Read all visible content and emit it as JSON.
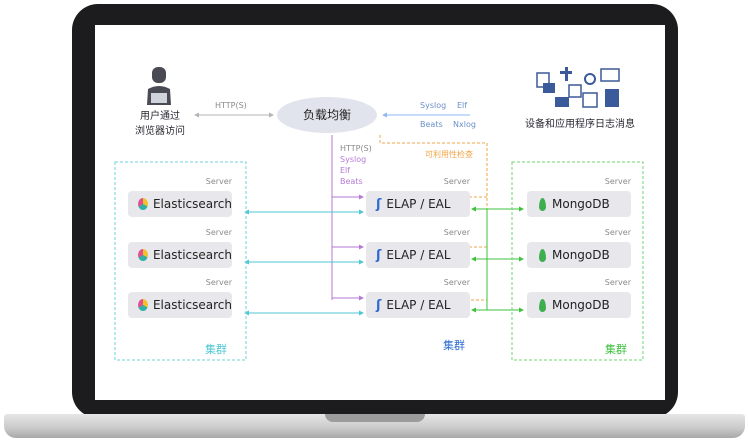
{
  "user": {
    "line1": "用户通过",
    "line2": "浏览器访问"
  },
  "protocols": {
    "http_top": "HTTP(S)",
    "syslog_top": "Syslog",
    "elf_top": "Elf",
    "beats_top": "Beats",
    "nxlog_top": "Nxlog",
    "list": [
      "HTTP(S)",
      "Syslog",
      "Elf",
      "Beats"
    ]
  },
  "load_balancer": "负载均衡",
  "devices": "设备和应用程序日志消息",
  "health_check": "可利用性检查",
  "server_label": "Server",
  "elasticsearch": [
    "Elasticsearch",
    "Elasticsearch",
    "Elasticsearch"
  ],
  "elap": [
    "ELAP / EAL",
    "ELAP / EAL",
    "ELAP / EAL"
  ],
  "mongodb": [
    "MongoDB",
    "MongoDB",
    "MongoDB"
  ],
  "cluster_label": "集群",
  "colors": {
    "es_cluster": "#6fd1dc",
    "mongo_cluster": "#6cd66c",
    "protocol_list": "#b57ad6",
    "health": "#f0a54a",
    "link_blue": "#8fb8f0"
  }
}
